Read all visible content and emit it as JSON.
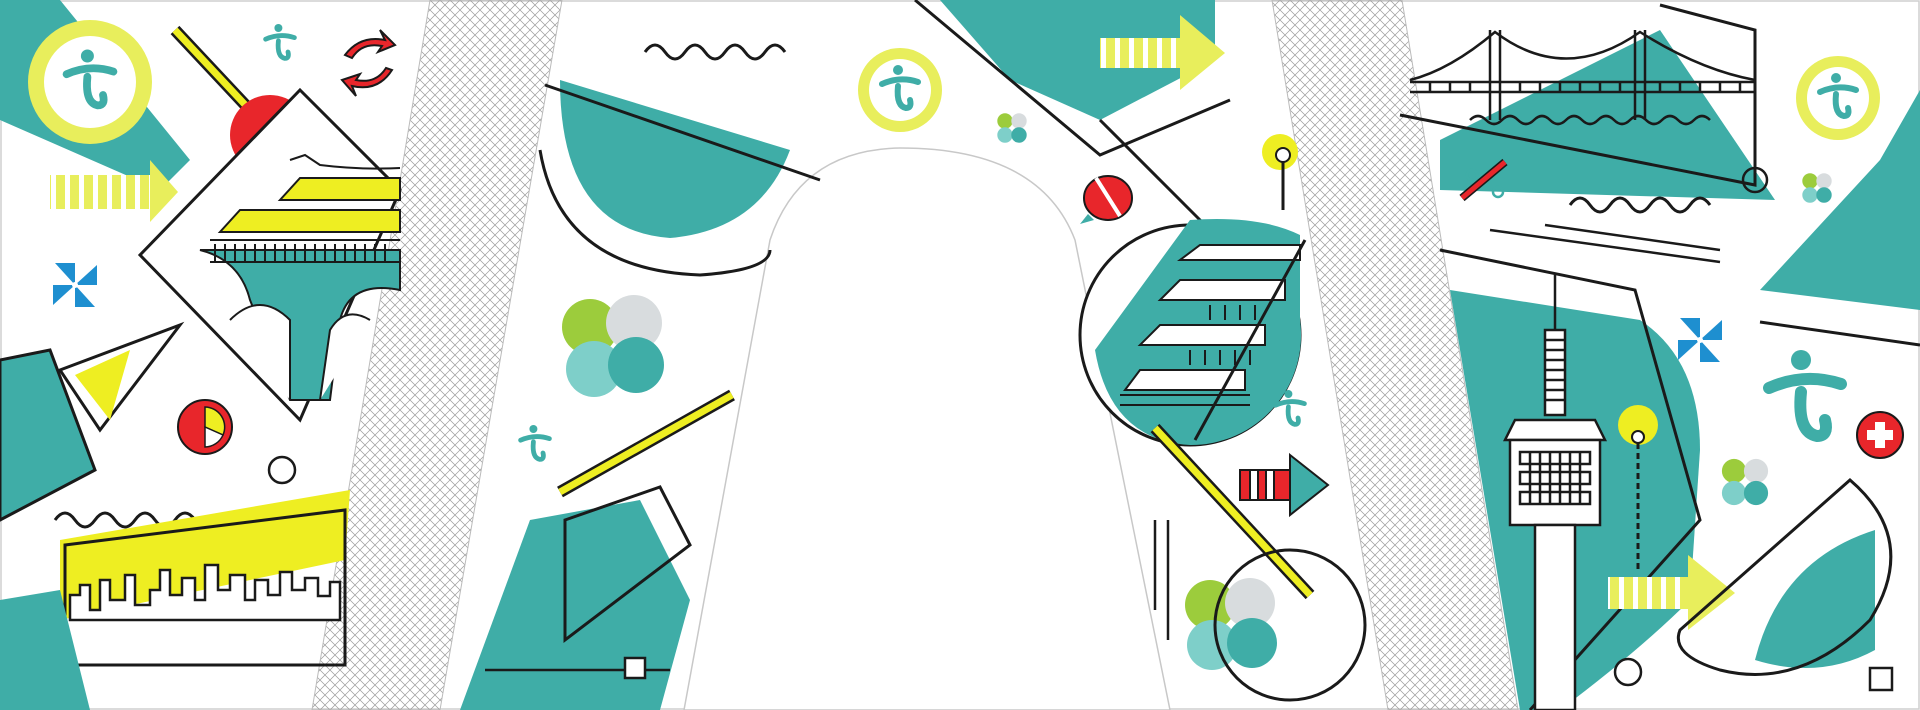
{
  "colors": {
    "teal": "#3fada7",
    "teal_light": "#7ecfc9",
    "yellow": "#e8ee5c",
    "yellow_strong": "#eeee22",
    "red": "#e8262b",
    "blue": "#1e8fd0",
    "ink": "#1a1a1a",
    "leaf_green": "#9ccc3c",
    "leaf_grey": "#d8dcde",
    "hatch": "#9a9a9a"
  },
  "motifs": [
    "runner-logo-icon",
    "pinwheel-icon",
    "clover-icon",
    "arrow-icon",
    "recycle-icon",
    "palace-illustration",
    "city-skyline-illustration",
    "bridge-illustration",
    "tower-illustration",
    "stepped-building-illustration",
    "pie-chart-icon",
    "medical-cross-icon",
    "pencil-icon",
    "wave-squiggle"
  ]
}
